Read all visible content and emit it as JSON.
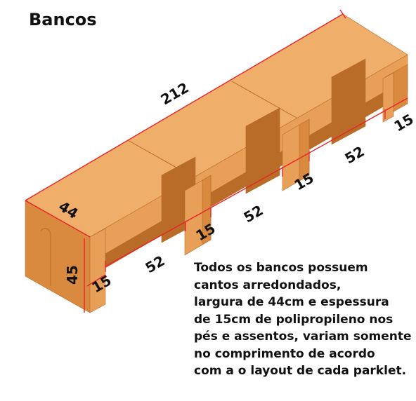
{
  "title": "Bancos",
  "dimensions": {
    "length": "212",
    "width": "44",
    "height": "45",
    "thickness": "15",
    "gap": "52"
  },
  "description": {
    "lines": [
      "Todos os bancos possuem",
      "cantos arredondados,",
      "largura de 44cm e espessura",
      "de 15cm de polipropileno nos",
      "pés e assentos, variam somente",
      "no comprimento de acordo",
      "com a o layout de cada parklet."
    ]
  },
  "colors": {
    "bench_top": "#EFAE69",
    "bench_face": "#E8A058",
    "bench_side": "#D98A3E",
    "bench_shadow": "#B86C28",
    "dimension_line": "#E8232A"
  }
}
